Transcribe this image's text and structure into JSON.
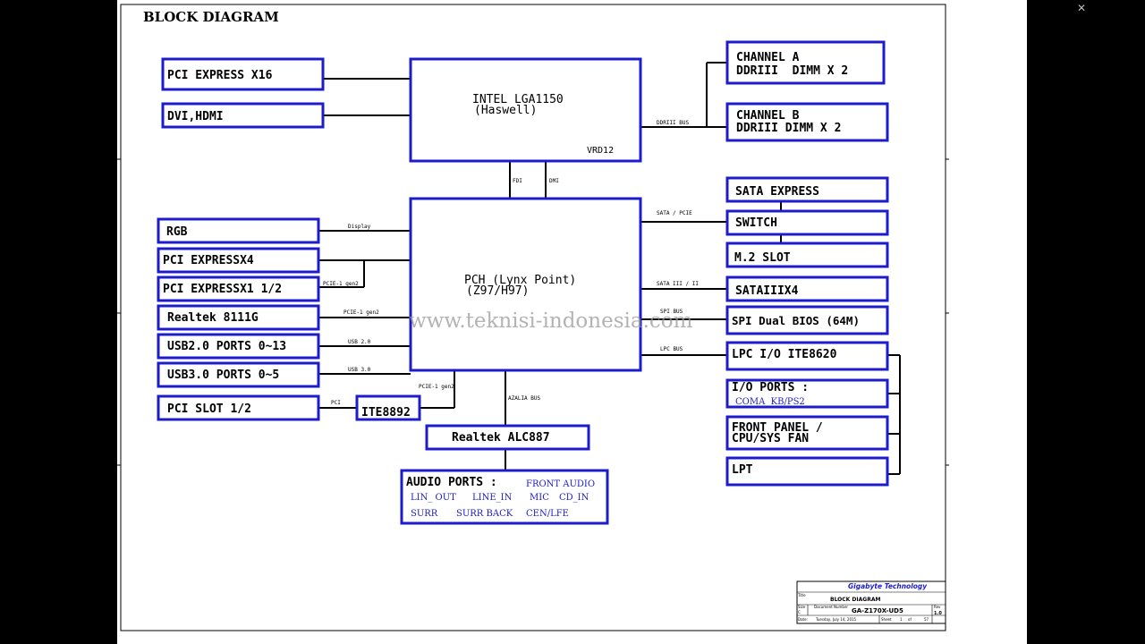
{
  "viewer": {
    "close_icon": "close-icon"
  },
  "diagram": {
    "title": "BLOCK DIAGRAM",
    "watermark": "www.teknisi-indonesia.com",
    "cpu": {
      "line1": "INTEL LGA1150",
      "line2": "(Haswell)",
      "vrd": "VRD12"
    },
    "pch": {
      "line1": "PCH (Lynx Point)",
      "line2": "(Z97/H97)"
    },
    "left_top": {
      "pcie_x16": "PCI EXPRESS X16",
      "dvi_hdmi": "DVI,HDMI"
    },
    "memory": {
      "channel_a_1": "CHANNEL A",
      "channel_a_2": "DDRIII  DIMM X 2",
      "channel_b_1": "CHANNEL B",
      "channel_b_2": "DDRIII DIMM X 2",
      "bus_label": "DDRIII BUS"
    },
    "links": {
      "fdi": "FDI",
      "dmi": "DMI"
    },
    "left_mid": {
      "rgb": "RGB",
      "pcie_x4": "PCI EXPRESSX4",
      "pcie_x1": "PCI EXPRESSX1 1/2",
      "realtek_lan": "Realtek 8111G",
      "usb2": "USB2.0 PORTS 0~13",
      "usb3": "USB3.0 PORTS 0~5",
      "pci_slot": "PCI SLOT 1/2",
      "ite8892": "ITE8892"
    },
    "bus_labels": {
      "display": "Display",
      "pcie1_gen2_a": "PCIE-1 gen2",
      "pcie1_gen2_b": "PCIE-1 gen2",
      "usb20": "USB 2.0",
      "usb30": "USB 3.0",
      "pci": "PCI",
      "pcie1_gen2_c": "PCIE-1 gen2",
      "azalia": "AZALIA BUS",
      "sata_pcie": "SATA / PCIE",
      "sata3_2": "SATA III / II",
      "spi": "SPI BUS",
      "lpc": "LPC BUS"
    },
    "right": {
      "sata_express": "SATA EXPRESS",
      "switch": "SWITCH",
      "m2": "M.2 SLOT",
      "sata3x4": "SATAIIIX4",
      "spi_bios": "SPI Dual BIOS (64M)",
      "lpc_io": "LPC I/O ITE8620",
      "io_ports_1": "I/O PORTS :",
      "io_ports_2": "COMA  KB/PS2",
      "front_panel_1": "FRONT PANEL /",
      "front_panel_2": "CPU/SYS FAN",
      "lpt": "LPT"
    },
    "audio": {
      "codec": "Realtek ALC887",
      "ports_title": "AUDIO PORTS :",
      "front_audio": "FRONT AUDIO",
      "lin_out": "LIN_ OUT",
      "line_in": "LINE_IN",
      "mic": "MIC",
      "cd_in": "CD_IN",
      "surr": "SURR",
      "surr_back": "SURR BACK",
      "cen_lfe": "CEN/LFE"
    },
    "title_block": {
      "company": "Gigabyte Technology",
      "title_label": "Title",
      "title": "BLOCK DIAGRAM",
      "size_label": "Size",
      "size": "C",
      "doc_label": "Document Number",
      "doc": "GA-Z170X-UD5",
      "rev_label": "Rev",
      "rev": "1.0",
      "date_label": "Date:",
      "date": "Tuesday, July 14, 2015",
      "sheet_label": "Sheet",
      "sheet": "1",
      "of_label": "of",
      "of": "57"
    }
  }
}
